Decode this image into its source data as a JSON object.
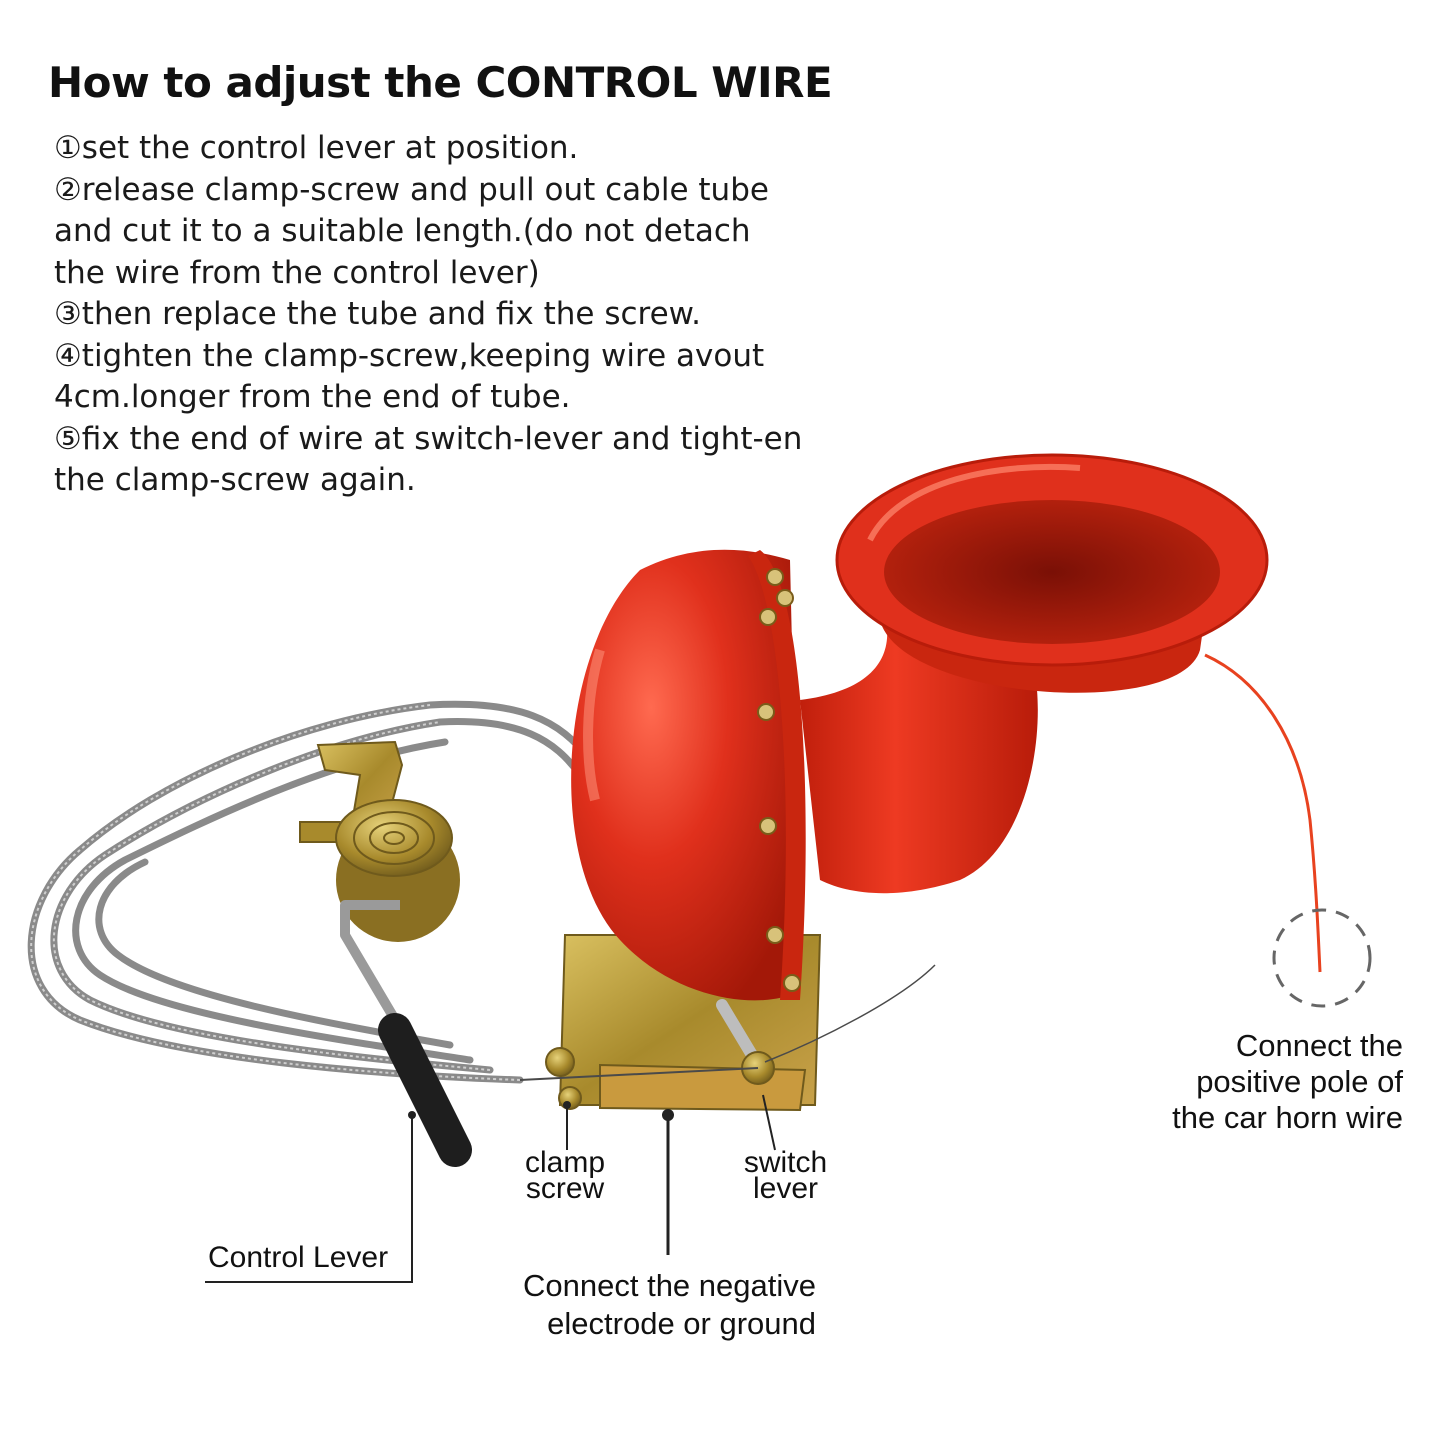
{
  "header": {
    "title": "How to adjust the CONTROL WIRE"
  },
  "instructions": {
    "lines": [
      "①set the control lever at position.",
      "②release clamp-screw and pull out cable tube",
      "and cut it to a suitable length.(do not detach",
      "the wire from the control lever)",
      "③then replace the tube and fix the screw.",
      "④tighten the clamp-screw,keeping wire avout",
      "4cm.longer from the end of tube.",
      "⑤fix the end of wire at switch-lever and tight-en",
      "the clamp-screw again."
    ]
  },
  "callouts": {
    "positive_pole": [
      "Connect the",
      "positive pole of",
      "the car horn wire"
    ],
    "clamp_screw": [
      "clamp",
      "screw"
    ],
    "switch_lever": [
      "switch",
      "lever"
    ],
    "control_lever": "Control Lever",
    "negative": [
      "Connect the negative",
      "electrode or ground"
    ]
  },
  "colors": {
    "horn_red": "#e0301c",
    "bracket_metal": "#b89a3a",
    "cable_steel": "#8a8a8a"
  }
}
